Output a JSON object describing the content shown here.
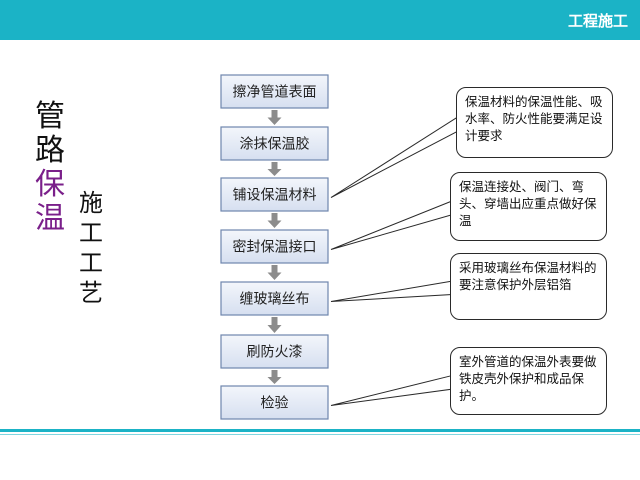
{
  "header": {
    "title": "工程施工"
  },
  "title": {
    "line1": "管",
    "line2": "路",
    "line3": "保",
    "line4": "温",
    "subtitle_chars": [
      "施",
      "工",
      "工",
      "艺"
    ]
  },
  "steps": [
    "擦净管道表面",
    "涂抹保温胶",
    "铺设保温材料",
    "密封保温接口",
    "缠玻璃丝布",
    "刷防火漆",
    "检验"
  ],
  "notes": [
    {
      "text": "保温材料的保温性能、吸水率、防火性能要满足设计要求",
      "target_step": 2
    },
    {
      "text": "保温连接处、阀门、弯头、穿墙出应重点做好保温",
      "target_step": 3
    },
    {
      "text": "采用玻璃丝布保温材料的要注意保护外层铝箔",
      "target_step": 4
    },
    {
      "text": "室外管道的保温外表要做铁皮壳外保护和成品保护。",
      "target_step": 6
    }
  ],
  "colors": {
    "accent": "#1bb3c6",
    "step_fill": "#dfe6f2",
    "step_border": "#6f86ad",
    "title_purple": "#7a1f8a",
    "arrow": "#8c8c8c"
  }
}
